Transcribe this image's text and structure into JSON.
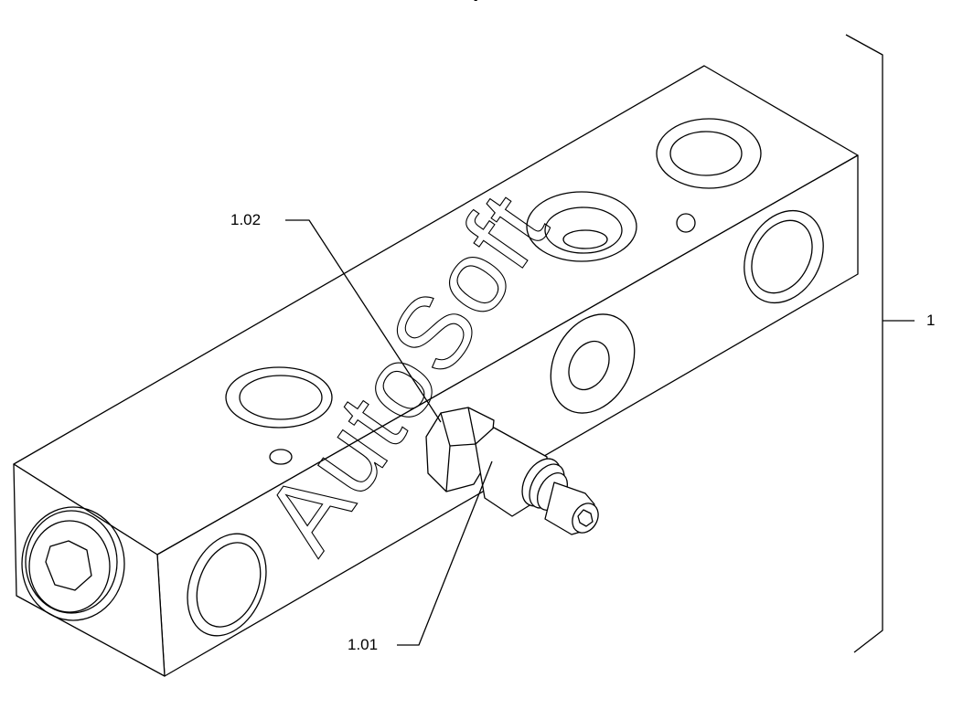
{
  "callouts": {
    "top_mark": "-",
    "part_1_02": "1.02",
    "part_1_01": "1.01",
    "assembly_1": "1"
  },
  "watermark": "AutoSoft",
  "colors": {
    "line": "#000000",
    "watermark": "#000000",
    "background": "#ffffff"
  }
}
